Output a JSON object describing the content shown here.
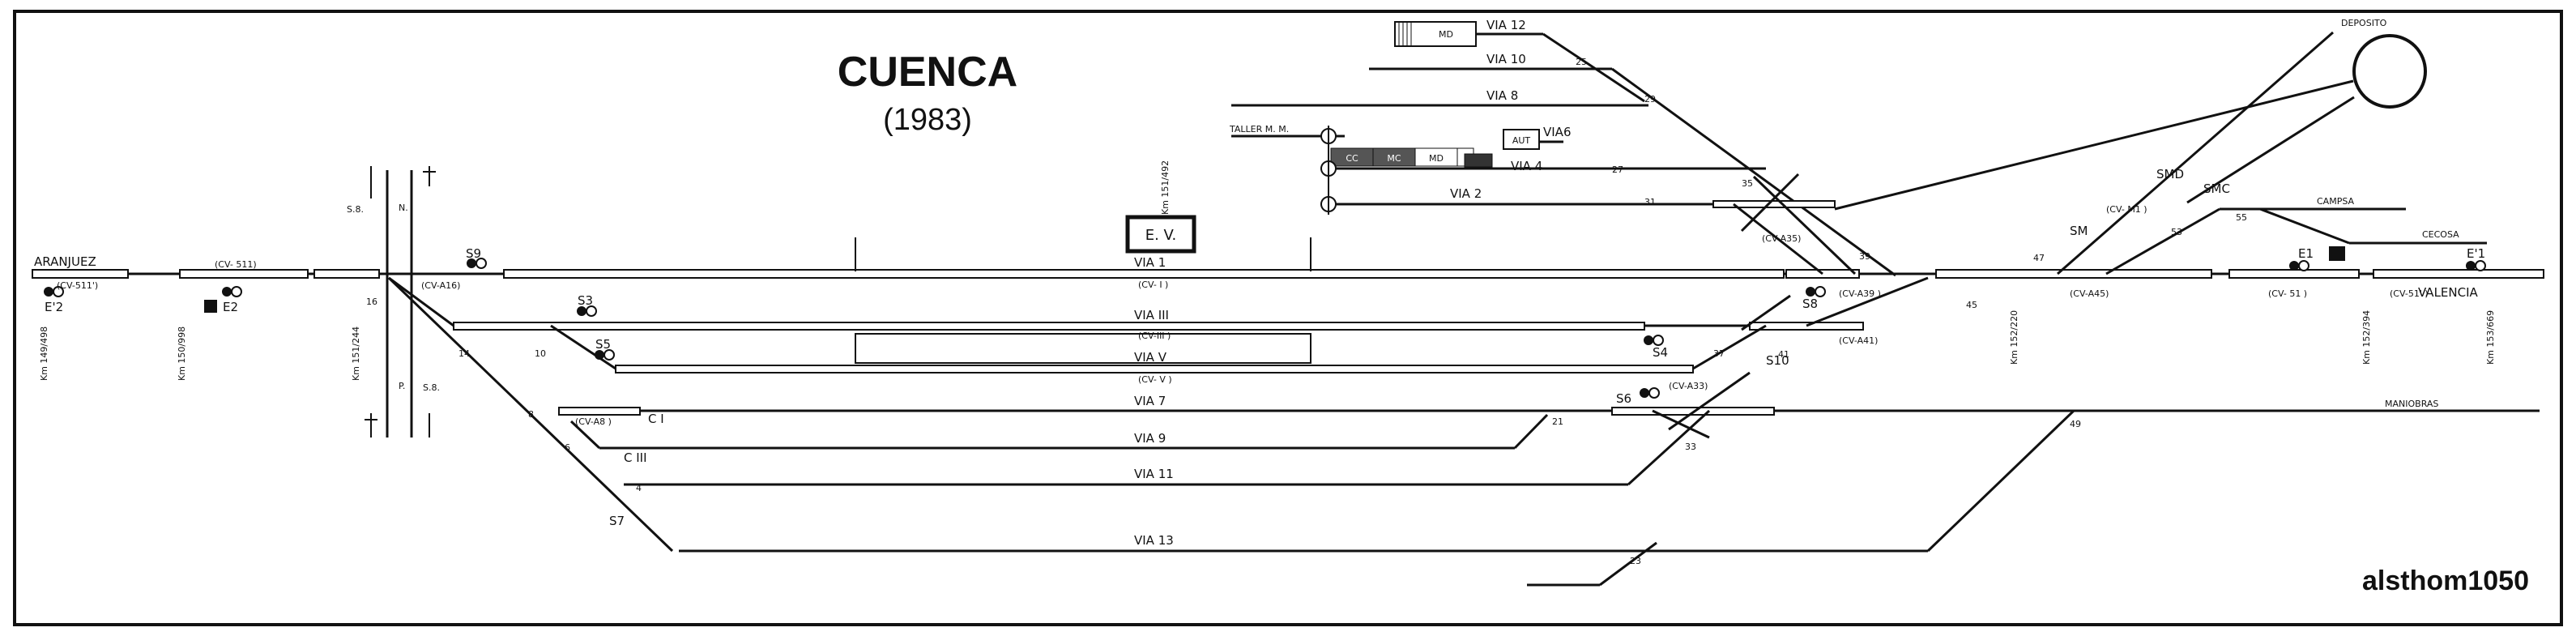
{
  "title": "CUENCA",
  "subtitle": "(1983)",
  "credit": "alsthom1050",
  "stations": {
    "west": "ARANJUEZ",
    "east": "VALENCIA",
    "cecosa": "CECOSA",
    "campsa": "CAMPSA",
    "deposito": "DEPOSITO",
    "maniobras": "MANIOBRAS",
    "taller": "TALLER  M. M.",
    "ev": "E. V."
  },
  "tracks": {
    "via1": "VIA 1",
    "via2": "VIA 2",
    "via3": "VIA III",
    "via4": "VIA 4",
    "via5": "VIA V",
    "via6": "VIA6",
    "via7": "VIA 7",
    "via8": "VIA 8",
    "via9": "VIA 9",
    "via10": "VIA 10",
    "via11": "VIA 11",
    "via12": "VIA 12",
    "via13": "VIA 13"
  },
  "signals": {
    "s9": "S9",
    "s3": "S3",
    "s5": "S5",
    "s8": "S8",
    "s4": "S4",
    "s6": "S6",
    "s10": "S10",
    "s7": "S7",
    "sm": "SM",
    "smd": "SMD",
    "smc": "SMC",
    "e2": "E2",
    "e2p": "E'2",
    "e1": "E1",
    "e1p": "E'1",
    "ci": "C I",
    "ciii": "C III",
    "s8a": "S.8.",
    "s8b": "S.8."
  },
  "switches": {
    "n14": "14",
    "n16": "16",
    "n10": "10",
    "n8": "8",
    "n6": "6",
    "n4": "4",
    "n21": "21",
    "n23": "23",
    "n25": "25",
    "n27": "27",
    "n29": "29",
    "n31": "31",
    "n33": "33",
    "n35": "35",
    "n37": "37",
    "n39": "39",
    "n41": "41",
    "n45": "45",
    "n47": "47",
    "n49": "49",
    "n53": "53",
    "n55": "55"
  },
  "circuits": {
    "cv511p": "(CV-511')",
    "cv511": "(CV- 511)",
    "cva16": "(CV-A16)",
    "cv1": "(CV- I )",
    "cviii": "(CV-III )",
    "cvv": "(CV- V )",
    "cva8": "(CV-A8 )",
    "cva35": "(CV-A35)",
    "cva39": "(CV-A39 )",
    "cva41": "(CV-A41)",
    "cva33": "(CV-A33)",
    "cva45": "(CV-A45)",
    "cvm1": "(CV- M1 )",
    "cv51": "(CV- 51 )",
    "cv51p": "(CV-51' )"
  },
  "kilometers": {
    "km1": "Km 149/498",
    "km2": "Km 150/998",
    "km3": "Km 151/244",
    "km4": "Km 151/492",
    "km5": "Km 152/220",
    "km6": "Km 152/394",
    "km7": "Km 153/669"
  },
  "buildings": {
    "md12": "MD",
    "cc": "CC",
    "mc": "MC",
    "md4": "MD",
    "aut": "AUT",
    "n": "N.",
    "p": "P."
  }
}
